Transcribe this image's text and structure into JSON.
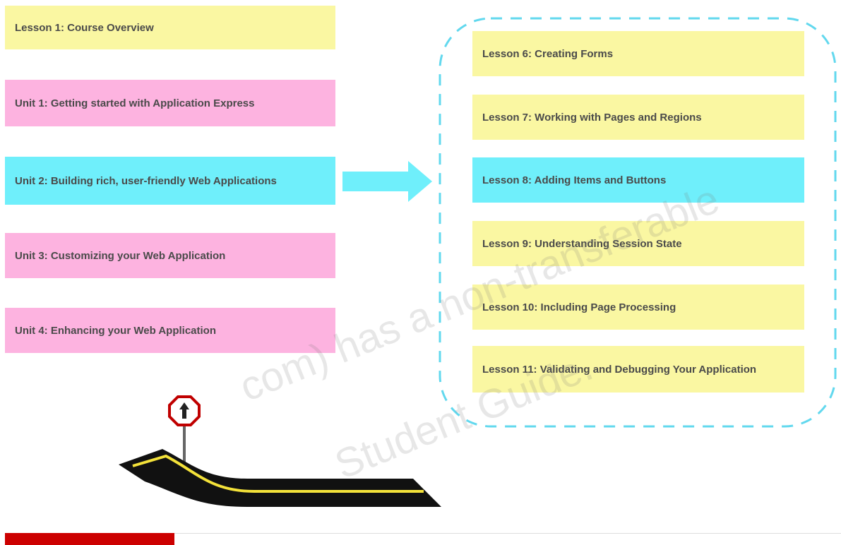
{
  "left_column": {
    "items": [
      {
        "label": "Lesson 1: Course Overview",
        "color": "#faf7a2"
      },
      {
        "label": "Unit 1: Getting started with Application Express",
        "color": "#fdb3e0"
      },
      {
        "label": "Unit  2: Building rich, user-friendly Web Applications",
        "color": "#6feffb"
      },
      {
        "label": "Unit  3: Customizing your Web Application",
        "color": "#fdb3e0"
      },
      {
        "label": "Unit  4: Enhancing your Web Application",
        "color": "#fdb3e0"
      }
    ]
  },
  "right_column": {
    "items": [
      {
        "label": "Lesson 6: Creating Forms",
        "color": "#faf7a2"
      },
      {
        "label": "Lesson 7: Working with Pages and Regions",
        "color": "#faf7a2"
      },
      {
        "label": "Lesson 8: Adding Items and Buttons",
        "color": "#6feffb"
      },
      {
        "label": "Lesson 9: Understanding Session State",
        "color": "#faf7a2"
      },
      {
        "label": "Lesson 10: Including Page Processing",
        "color": "#faf7a2"
      },
      {
        "label": "Lesson 11: Validating and Debugging Your Application",
        "color": "#faf7a2"
      }
    ]
  },
  "graphics": {
    "arrow": "right-arrow-icon",
    "road": "road-icon",
    "sign": "up-arrow-road-sign-icon"
  },
  "watermark": {
    "line1": "com) has a non-transferable",
    "line2": "Student Guide."
  },
  "colors": {
    "accent_cyan": "#6feffb",
    "dash_border": "#62d8ee",
    "footer_red": "#cc0000"
  }
}
